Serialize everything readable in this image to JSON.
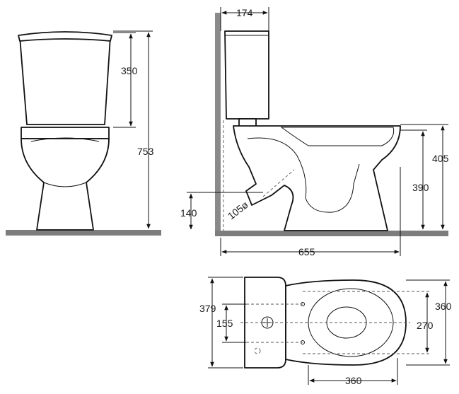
{
  "dimensions": {
    "front_tank_height": "350",
    "front_total_height": "753",
    "side_tank_depth": "174",
    "side_seat_height": "405",
    "side_bowl_height": "390",
    "side_outlet_height": "140",
    "side_outlet_diameter": "105ø",
    "side_total_length": "655",
    "top_tank_width": "379",
    "top_hole_spacing": "155",
    "top_seat_width": "270",
    "top_total_width": "360",
    "top_mount_spacing": "360"
  }
}
